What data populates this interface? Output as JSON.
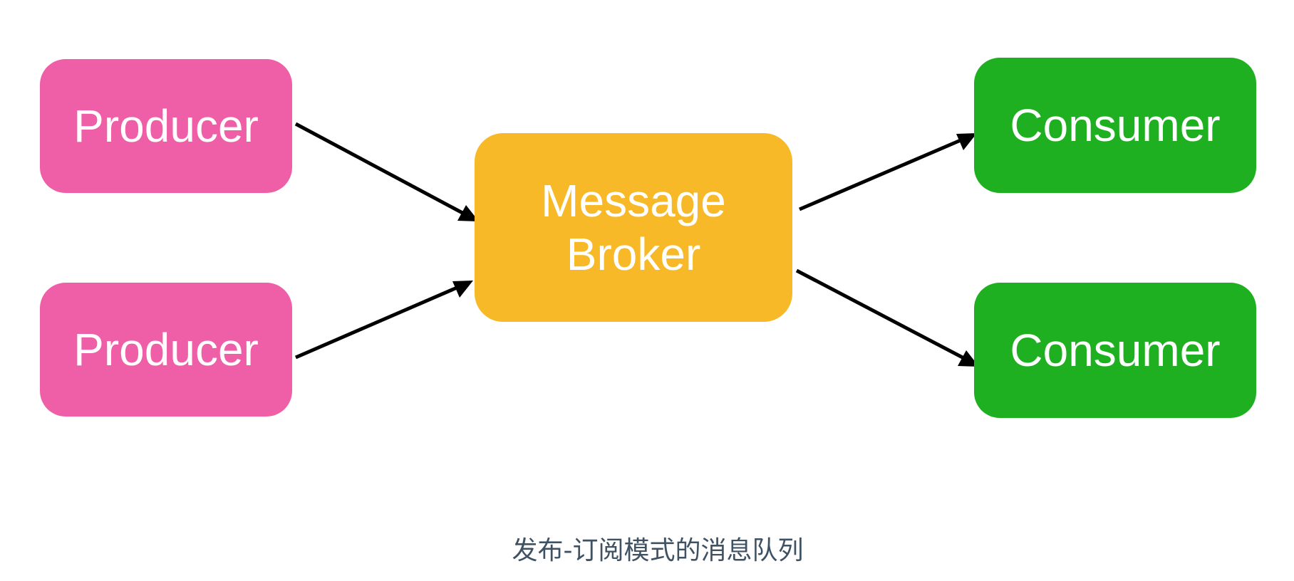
{
  "nodes": {
    "producer_1": "Producer",
    "producer_2": "Producer",
    "broker_line_1": "Message",
    "broker_line_2": "Broker",
    "consumer_1": "Consumer",
    "consumer_2": "Consumer"
  },
  "caption": "发布-订阅模式的消息队列",
  "colors": {
    "producer": "#ef5fa7",
    "broker": "#f7b928",
    "consumer": "#1fb022",
    "arrow": "#000000",
    "caption": "#3f5263"
  }
}
